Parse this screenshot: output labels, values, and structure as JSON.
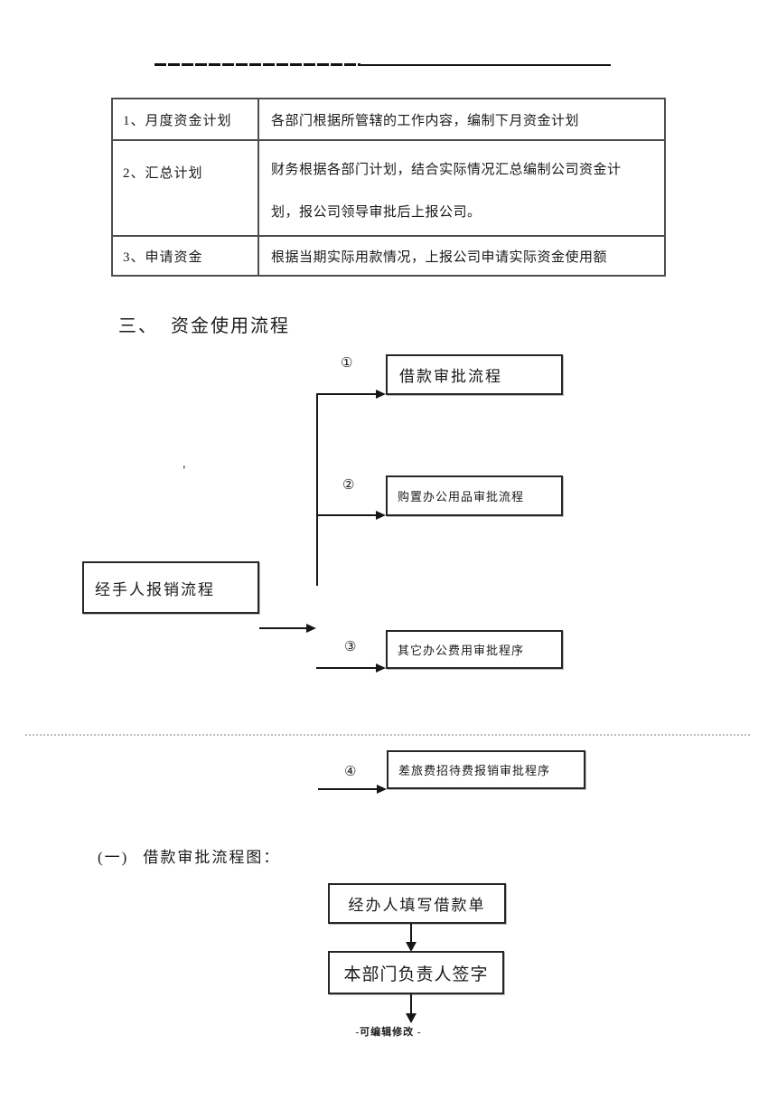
{
  "table": {
    "rows": [
      {
        "label": "1、月度资金计划",
        "lines": [
          "各部门根据所管辖的工作内容，编制下月资金计划"
        ]
      },
      {
        "label": "2、汇总计划",
        "lines": [
          "财务根据各部门计划，结合实际情况汇总编制公司资金计",
          "划，报公司领导审批后上报公司。"
        ]
      },
      {
        "label": "3、申请资金",
        "lines": [
          "根据当期实际用款情况，上报公司申请实际资金使用额"
        ]
      }
    ]
  },
  "section3": {
    "numeral": "三、",
    "title": "资金使用流程"
  },
  "flow": {
    "stray_mark": "'",
    "source_label": "经手人报销流程",
    "branches": [
      {
        "num": "①",
        "label": "借款审批流程"
      },
      {
        "num": "②",
        "label": "购置办公用品审批流程"
      },
      {
        "num": "③",
        "label": "其它办公费用审批程序"
      },
      {
        "num": "④",
        "label": "差旅费招待费报销审批程序"
      }
    ]
  },
  "section3_1": {
    "numeral": "(一)",
    "title": "借款审批流程图："
  },
  "loan_flow": {
    "steps": [
      "经办人填写借款单",
      "本部门负责人签字"
    ]
  },
  "footer": {
    "text": "-可编辑修改 -"
  }
}
